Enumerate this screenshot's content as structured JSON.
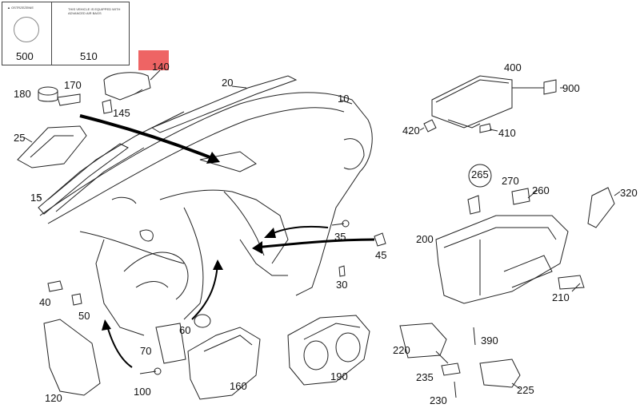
{
  "boxes": {
    "box500": {
      "title": "▲ OSTRZEŻENIE",
      "number": "500"
    },
    "box510": {
      "text": "THIS VEHICLE IS EQUIPPED WITH ADVANCED AIR BAGS",
      "number": "510"
    }
  },
  "highlight_color": "#ee6464",
  "callouts": [
    {
      "id": "140",
      "text": "140"
    },
    {
      "id": "180",
      "text": "180"
    },
    {
      "id": "170",
      "text": "170"
    },
    {
      "id": "145",
      "text": "145"
    },
    {
      "id": "20",
      "text": "20"
    },
    {
      "id": "10",
      "text": "10"
    },
    {
      "id": "25",
      "text": "25"
    },
    {
      "id": "15",
      "text": "15"
    },
    {
      "id": "400",
      "text": "400"
    },
    {
      "id": "900",
      "text": "900"
    },
    {
      "id": "420",
      "text": "420"
    },
    {
      "id": "410",
      "text": "410"
    },
    {
      "id": "265",
      "text": "265"
    },
    {
      "id": "270",
      "text": "270"
    },
    {
      "id": "260",
      "text": "260"
    },
    {
      "id": "320",
      "text": "320"
    },
    {
      "id": "35",
      "text": "35"
    },
    {
      "id": "200",
      "text": "200"
    },
    {
      "id": "45",
      "text": "45"
    },
    {
      "id": "30",
      "text": "30"
    },
    {
      "id": "40",
      "text": "40"
    },
    {
      "id": "50",
      "text": "50"
    },
    {
      "id": "60",
      "text": "60"
    },
    {
      "id": "70",
      "text": "70"
    },
    {
      "id": "210",
      "text": "210"
    },
    {
      "id": "390",
      "text": "390"
    },
    {
      "id": "220",
      "text": "220"
    },
    {
      "id": "190",
      "text": "190"
    },
    {
      "id": "235",
      "text": "235"
    },
    {
      "id": "160",
      "text": "160"
    },
    {
      "id": "100",
      "text": "100"
    },
    {
      "id": "120",
      "text": "120"
    },
    {
      "id": "225",
      "text": "225"
    },
    {
      "id": "230",
      "text": "230"
    }
  ]
}
